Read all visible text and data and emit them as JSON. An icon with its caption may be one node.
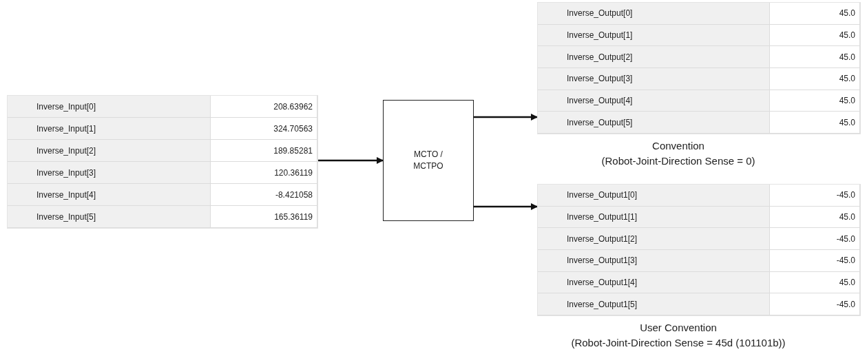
{
  "diagram": {
    "nodes": [
      {
        "text": [
          "Inverse_Input[0]",
          "208.63962",
          "Inverse_Input[1]",
          "324.70563",
          "Inverse_Input[2]",
          "189.85281",
          "Inverse_Input[3]",
          "120.36119",
          "Inverse_Input[4]",
          "-8.421058",
          "Inverse_Input[5]",
          "165.36119"
        ]
      },
      {
        "text": [
          "MCTO / MCTPO"
        ]
      },
      {
        "text": [
          "Inverse_Output[0]",
          "45.0",
          "Inverse_Output[1]",
          "45.0",
          "Inverse_Output[2]",
          "45.0",
          "Inverse_Output[3]",
          "45.0",
          "Inverse_Output[4]",
          "45.0",
          "Inverse_Output[5]",
          "45.0"
        ],
        "beside": [
          "Convention",
          "(Robot-Joint-Direction Sense = 0)"
        ]
      },
      {
        "text": [
          "Inverse_Output1[0]",
          "-45.0",
          "Inverse_Output1[1]",
          "45.0",
          "Inverse_Output1[2]",
          "-45.0",
          "Inverse_Output1[3]",
          "-45.0",
          "Inverse_Output1[4]",
          "45.0",
          "Inverse_Output1[5]",
          "-45.0"
        ],
        "beside": [
          "User Convention",
          "(Robot-Joint-Direction Sense =  45d (101101b))"
        ]
      }
    ],
    "edges": [
      {
        "from": 0,
        "to": 1,
        "arrow": "to"
      },
      {
        "from": 1,
        "to": 2,
        "arrow": "to"
      },
      {
        "from": 1,
        "to": 3,
        "arrow": "to"
      }
    ]
  }
}
